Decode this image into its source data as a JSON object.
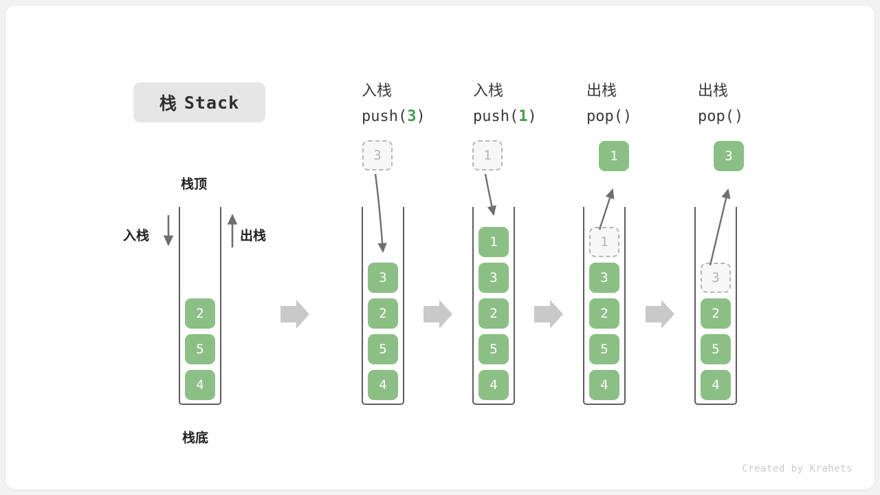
{
  "title": {
    "cjk": "栈",
    "latin": "Stack"
  },
  "labels": {
    "top": "栈顶",
    "bottom": "栈底",
    "push_arrow": "入栈",
    "pop_arrow": "出栈"
  },
  "credit": "Created by Krahets",
  "colors": {
    "block_green": "#8cbf85",
    "code_accent": "#469b50",
    "ghost_border": "#b5b5b5",
    "ghost_fill": "#f7f7f7",
    "container_stroke": "#5c5c5c",
    "flow_arrow": "#c9c9c9",
    "chip_bg": "#e6e6e6"
  },
  "columns": [
    {
      "id": "initial",
      "head_cjk": "",
      "head_code": "",
      "head_code_num": "",
      "stack": [
        "2",
        "5",
        "4"
      ],
      "ghost_index": -1,
      "outside": null
    },
    {
      "id": "push-3",
      "head_cjk": "入栈",
      "head_code_prefix": "push(",
      "head_code_num": "3",
      "head_code_suffix": ")",
      "stack": [
        "3",
        "2",
        "5",
        "4"
      ],
      "ghost_index": -1,
      "outside": {
        "value": "3",
        "style": "ghost"
      }
    },
    {
      "id": "push-1",
      "head_cjk": "入栈",
      "head_code_prefix": "push(",
      "head_code_num": "1",
      "head_code_suffix": ")",
      "stack": [
        "1",
        "3",
        "2",
        "5",
        "4"
      ],
      "ghost_index": -1,
      "outside": {
        "value": "1",
        "style": "ghost"
      }
    },
    {
      "id": "pop-1",
      "head_cjk": "出栈",
      "head_code_prefix": "pop(",
      "head_code_num": "",
      "head_code_suffix": ")",
      "stack": [
        "1",
        "3",
        "2",
        "5",
        "4"
      ],
      "ghost_index": 0,
      "outside": {
        "value": "1",
        "style": "solid"
      }
    },
    {
      "id": "pop-3",
      "head_cjk": "出栈",
      "head_code_prefix": "pop(",
      "head_code_num": "",
      "head_code_suffix": ")",
      "stack": [
        "3",
        "2",
        "5",
        "4"
      ],
      "ghost_index": 0,
      "outside": {
        "value": "3",
        "style": "solid"
      }
    }
  ],
  "cells": {
    "c0_0": "2",
    "c0_1": "5",
    "c0_2": "4",
    "c1_0": "3",
    "c1_1": "2",
    "c1_2": "5",
    "c1_3": "4",
    "c2_0": "1",
    "c2_1": "3",
    "c2_2": "2",
    "c2_3": "5",
    "c2_4": "4",
    "c3_0": "1",
    "c3_1": "3",
    "c3_2": "2",
    "c3_3": "5",
    "c3_4": "4",
    "c4_0": "3",
    "c4_1": "2",
    "c4_2": "5",
    "c4_3": "4",
    "out1": "3",
    "out2": "1",
    "out3": "1",
    "out4": "3"
  },
  "head_text": {
    "h1_cjk": "入栈",
    "h1_pre": "push(",
    "h1_num": "3",
    "h1_post": ")",
    "h2_cjk": "入栈",
    "h2_pre": "push(",
    "h2_num": "1",
    "h2_post": ")",
    "h3_cjk": "出栈",
    "h3_pre": "pop(",
    "h3_num": "",
    "h3_post": ")",
    "h4_cjk": "出栈",
    "h4_pre": "pop(",
    "h4_num": "",
    "h4_post": ")"
  }
}
